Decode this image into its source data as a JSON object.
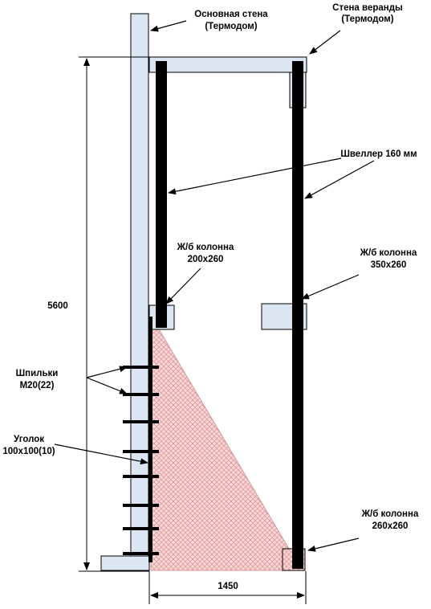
{
  "labels": {
    "main_wall_1": "Основная стена",
    "main_wall_2": "(Термодом)",
    "veranda_wall_1": "Стена веранды",
    "veranda_wall_2": "(Термодом)",
    "channel": "Швеллер 160 мм",
    "column1_1": "Ж/б колонна",
    "column1_2": "200x260",
    "column2_1": "Ж/б колонна",
    "column2_2": "350x260",
    "studs_1": "Шпильки",
    "studs_2": "М20(22)",
    "angle_1": "Уголок",
    "angle_2": "100x100(10)",
    "column3_1": "Ж/б колонна",
    "column3_2": "260x260",
    "height_dim": "5600",
    "width_dim": "1450"
  },
  "colors": {
    "wall_fill": "#dce6f2",
    "steel": "#000000",
    "hatch": "#e6a0a0",
    "hatch_bg": "#f6d8d8"
  }
}
